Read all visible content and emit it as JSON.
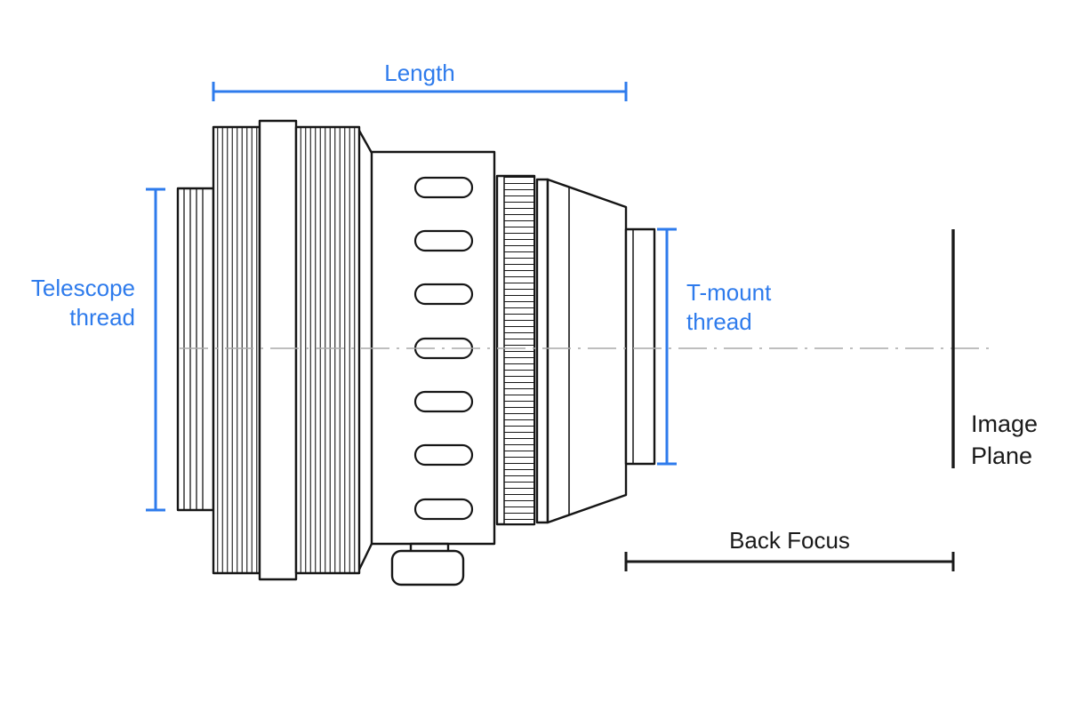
{
  "colors": {
    "dimension": "#2e7bec",
    "outline": "#161616",
    "centerline": "#a8a8a8",
    "text": "#1a1a1a",
    "background": "#ffffff"
  },
  "labels": {
    "length": "Length",
    "telescope_thread": [
      "Telescope",
      "thread"
    ],
    "t_mount_thread": [
      "T-mount",
      "thread"
    ],
    "back_focus": "Back Focus",
    "image_plane": [
      "Image",
      "Plane"
    ]
  }
}
